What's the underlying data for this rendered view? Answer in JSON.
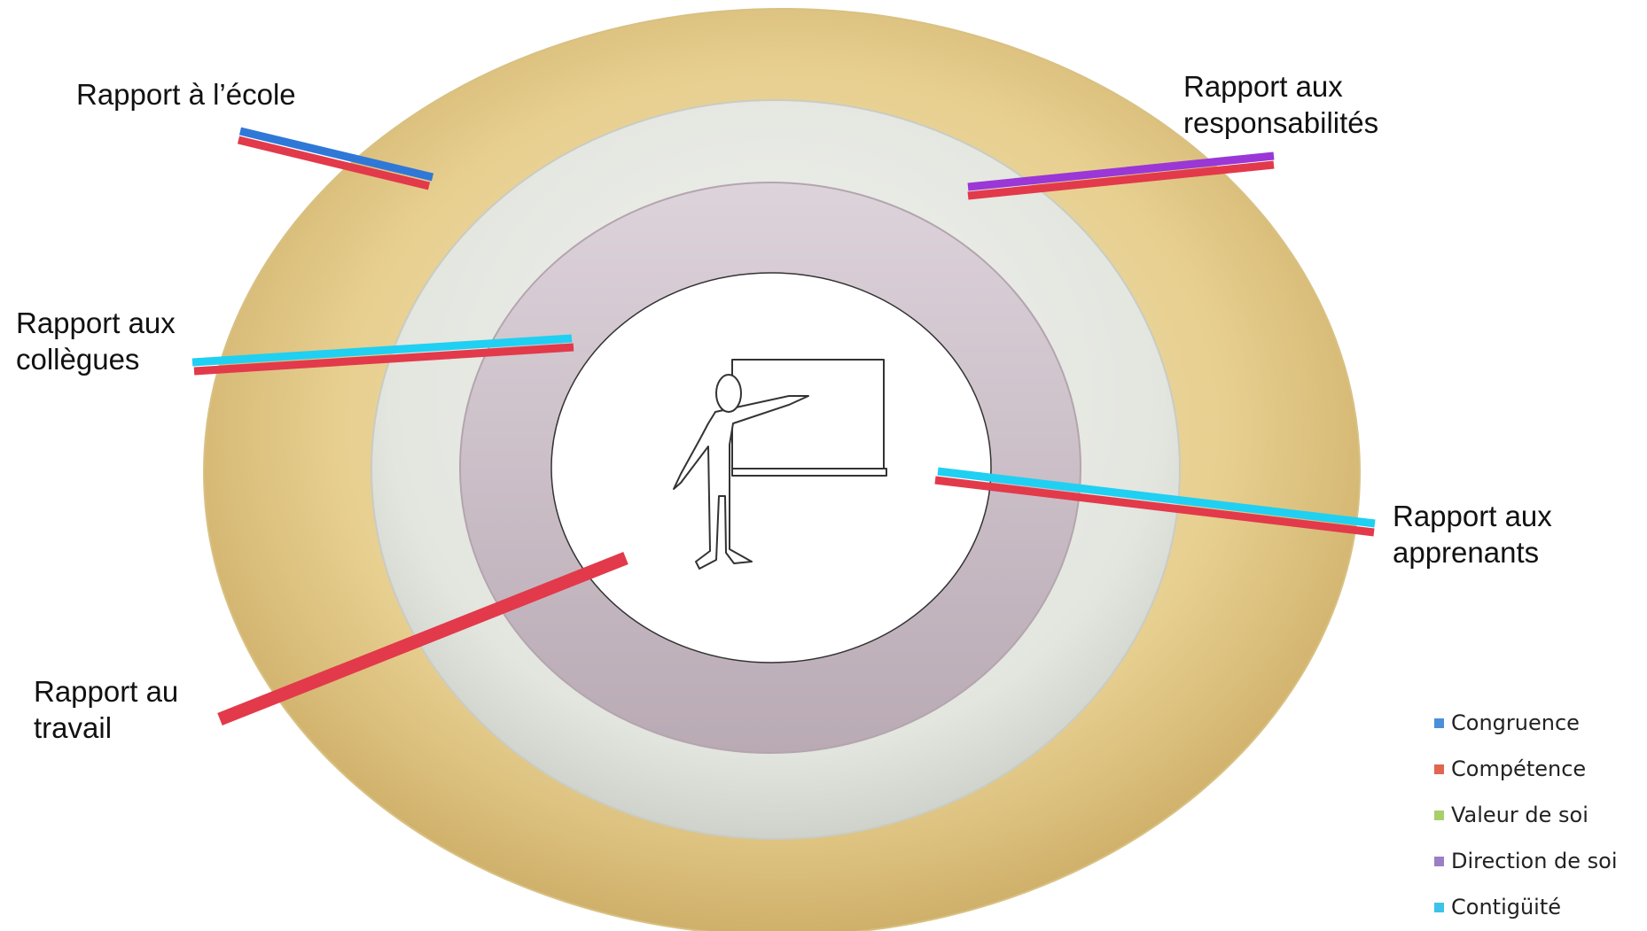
{
  "labels": {
    "ecole": [
      "Rapport à l’école"
    ],
    "responsabilites": [
      "Rapport aux",
      "responsabilités"
    ],
    "collegues": [
      "Rapport aux",
      "collègues"
    ],
    "apprenants": [
      "Rapport aux",
      "apprenants"
    ],
    "travail": [
      "Rapport au",
      "travail"
    ]
  },
  "legend": [
    {
      "label": "Congruence",
      "color": "#4a90d9"
    },
    {
      "label": "Compétence",
      "color": "#e06650"
    },
    {
      "label": "Valeur de soi",
      "color": "#a9cf6a"
    },
    {
      "label": "Direction de soi",
      "color": "#9b7fc4"
    },
    {
      "label": "Contigüité",
      "color": "#3cc3e8"
    }
  ],
  "colors": {
    "ring_outer": "#e6cd8d",
    "ring_middle": "#e4e6e0",
    "ring_inner": "#cfc2cb",
    "center": "#ffffff",
    "competence_bar": "#e23a4a",
    "congruence_bar": "#2f78d8",
    "direction_bar": "#9a37d6",
    "contiguite_bar": "#1fd0f2"
  },
  "icons": [
    "teacher-at-board-icon"
  ]
}
